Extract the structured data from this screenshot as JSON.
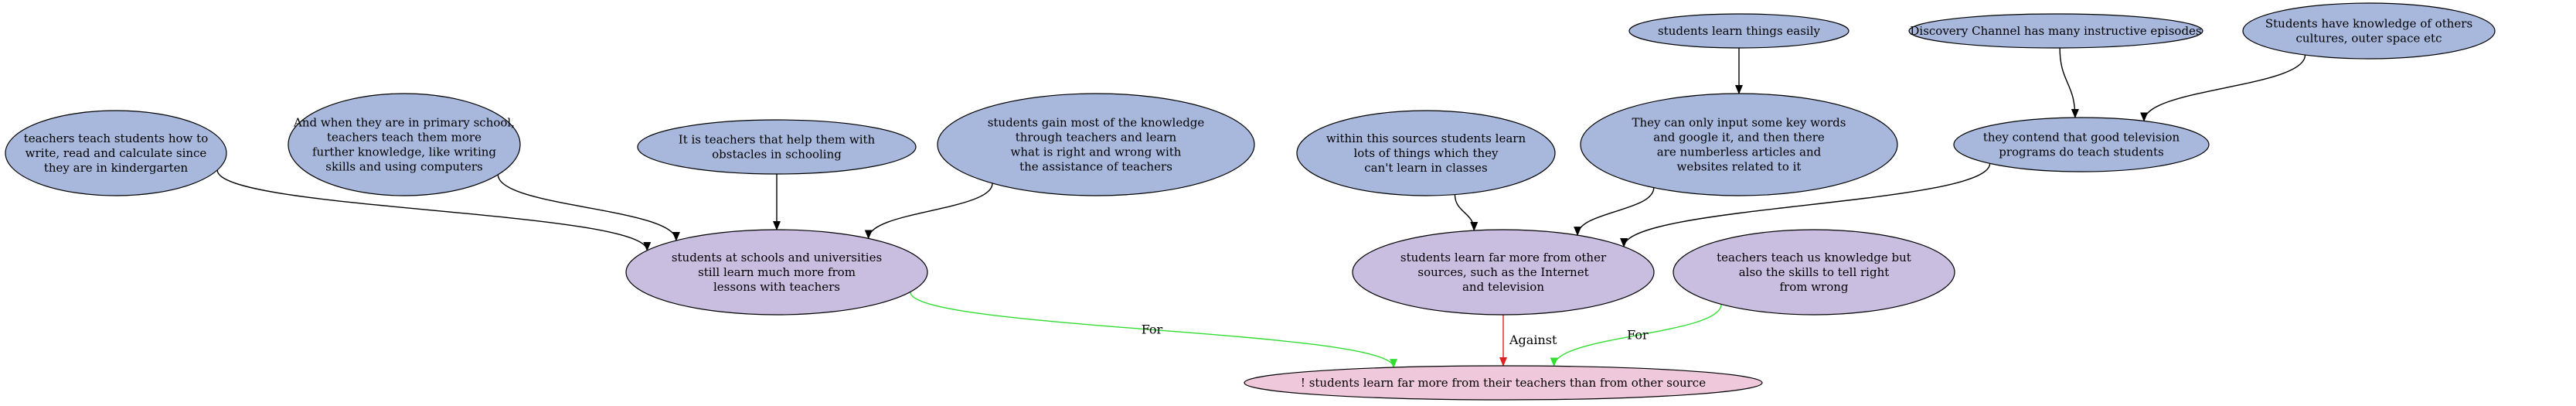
{
  "colors": {
    "premise_fill": "#a8b8dd",
    "claim_fill": "#c9bde0",
    "conclusion_fill": "#f0c8dc",
    "edge_support": "#000000",
    "edge_for": "#33dd33",
    "edge_against": "#dd2222"
  },
  "nodes": [
    {
      "id": "n1",
      "kind": "premise",
      "lines": [
        "teachers teach students how to",
        "write, read and calculate since",
        "they are in kindergarten"
      ]
    },
    {
      "id": "n2",
      "kind": "premise",
      "lines": [
        "And when they are in primary school,",
        "teachers teach them more",
        "further knowledge, like writing",
        "skills and using computers"
      ]
    },
    {
      "id": "n3",
      "kind": "premise",
      "lines": [
        "It is teachers that help them with",
        "obstacles in schooling"
      ]
    },
    {
      "id": "n4",
      "kind": "premise",
      "lines": [
        "students gain most of the knowledge",
        "through teachers and learn",
        "what is right and wrong with",
        "the assistance of teachers"
      ]
    },
    {
      "id": "n5",
      "kind": "premise",
      "lines": [
        "within this sources students learn",
        "lots of things which they",
        "can't learn in classes"
      ]
    },
    {
      "id": "n6",
      "kind": "premise",
      "lines": [
        "students learn things easily"
      ]
    },
    {
      "id": "n7",
      "kind": "premise",
      "lines": [
        "They can only input some key words",
        "and google it, and then there",
        "are numberless articles and",
        "websites related to it"
      ]
    },
    {
      "id": "n8",
      "kind": "premise",
      "lines": [
        "Discovery Channel has many instructive episodes"
      ]
    },
    {
      "id": "n9",
      "kind": "premise",
      "lines": [
        "Students have knowledge of others",
        "cultures, outer space etc"
      ]
    },
    {
      "id": "n10",
      "kind": "premise",
      "lines": [
        "they contend that good television",
        "programs do teach students"
      ]
    },
    {
      "id": "c1",
      "kind": "claim",
      "lines": [
        "students at schools and universities",
        "still learn much more from",
        "lessons with teachers"
      ]
    },
    {
      "id": "c2",
      "kind": "claim",
      "lines": [
        "students learn far more from other",
        "sources, such as the Internet",
        "and television"
      ]
    },
    {
      "id": "c3",
      "kind": "claim",
      "lines": [
        "teachers teach us knowledge but",
        "also the skills to tell right",
        "from wrong"
      ]
    },
    {
      "id": "root",
      "kind": "conclusion",
      "lines": [
        "! students learn far more from their teachers than from other source"
      ]
    }
  ],
  "edges": [
    {
      "from": "n1",
      "to": "c1",
      "type": "support",
      "label": ""
    },
    {
      "from": "n2",
      "to": "c1",
      "type": "support",
      "label": ""
    },
    {
      "from": "n3",
      "to": "c1",
      "type": "support",
      "label": ""
    },
    {
      "from": "n4",
      "to": "c1",
      "type": "support",
      "label": ""
    },
    {
      "from": "n5",
      "to": "c2",
      "type": "support",
      "label": ""
    },
    {
      "from": "n6",
      "to": "n7",
      "type": "support",
      "label": ""
    },
    {
      "from": "n7",
      "to": "c2",
      "type": "support",
      "label": ""
    },
    {
      "from": "n8",
      "to": "n10",
      "type": "support",
      "label": ""
    },
    {
      "from": "n9",
      "to": "n10",
      "type": "support",
      "label": ""
    },
    {
      "from": "n10",
      "to": "c2",
      "type": "support",
      "label": ""
    },
    {
      "from": "c1",
      "to": "root",
      "type": "for",
      "label": "For"
    },
    {
      "from": "c2",
      "to": "root",
      "type": "against",
      "label": "Against"
    },
    {
      "from": "c3",
      "to": "root",
      "type": "for",
      "label": "For"
    }
  ]
}
